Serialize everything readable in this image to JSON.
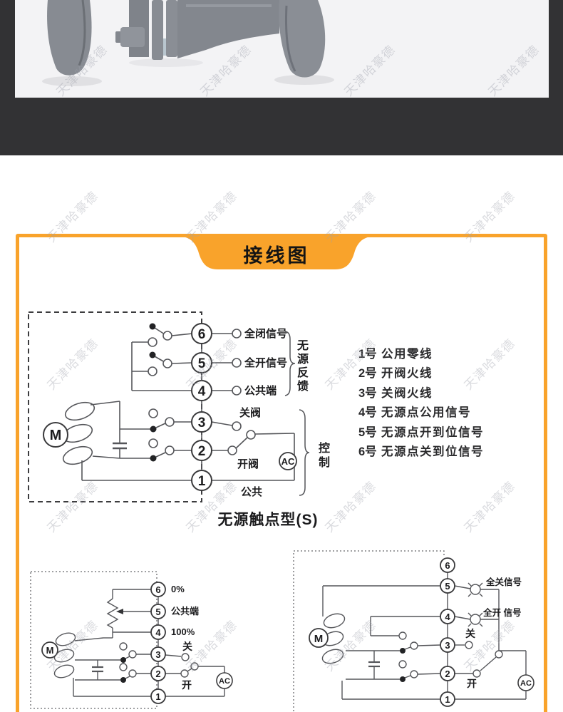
{
  "watermark": {
    "text": "天津哈豪德"
  },
  "card": {
    "title": "接线图"
  },
  "colors": {
    "accent": "#F9A32B",
    "dark_band": "#323234",
    "line": "#55565a"
  },
  "main_diagram": {
    "terminals": [
      "6",
      "5",
      "4",
      "3",
      "2",
      "1"
    ],
    "labels": {
      "t6": "全闭信号",
      "t5": "全开信号",
      "t4": "公共端",
      "t3": "关阀",
      "t2": "开阀",
      "t1": "公共"
    },
    "group_feedback": "无源反馈",
    "group_control": "控制",
    "motor": "M",
    "ac": "AC",
    "caption": "无源触点型(S)"
  },
  "terminal_legend": [
    {
      "num": "1号",
      "desc": "公用零线"
    },
    {
      "num": "2号",
      "desc": "开阀火线"
    },
    {
      "num": "3号",
      "desc": "关阀火线"
    },
    {
      "num": "4号",
      "desc": "无源点公用信号"
    },
    {
      "num": "5号",
      "desc": "无源点开到位信号"
    },
    {
      "num": "6号",
      "desc": "无源点关到位信号"
    }
  ],
  "diagram_left": {
    "terminals": [
      "6",
      "5",
      "4",
      "3",
      "2",
      "1"
    ],
    "labels": {
      "t6": "0%",
      "t5": "公共端",
      "t4": "100%",
      "t3": "关",
      "t2": "开"
    },
    "motor": "M",
    "ac": "AC"
  },
  "diagram_right": {
    "terminals": [
      "6",
      "5",
      "4",
      "3",
      "2",
      "1"
    ],
    "labels": {
      "t5": "全关信号",
      "t4": "全开 信号",
      "t3": "关",
      "t2": "开"
    },
    "motor": "M",
    "ac": "AC"
  }
}
